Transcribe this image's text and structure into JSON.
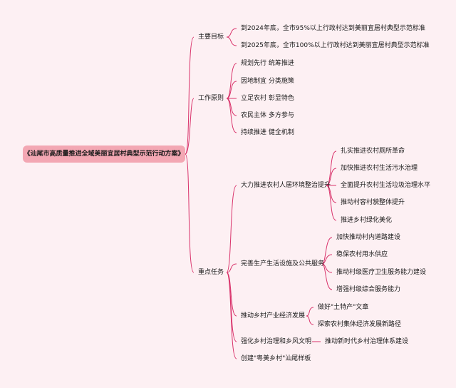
{
  "root": "《汕尾市高质量推进全域美丽宜居村典型示范行动方案》",
  "branches": [
    {
      "label": "主要目标",
      "children": [
        {
          "label": "到2024年底，全市95%以上行政村达到美丽宜居村典型示范标准"
        },
        {
          "label": "到2025年底，全市100%以上行政村达到美丽宜居村典型示范标准"
        }
      ]
    },
    {
      "label": "工作原则",
      "children": [
        {
          "label": "规划先行 统筹推进"
        },
        {
          "label": "因地制宜 分类施策"
        },
        {
          "label": "立足农村 彰显特色"
        },
        {
          "label": "农民主体 多方参与"
        },
        {
          "label": "持续推进 健全机制"
        }
      ]
    },
    {
      "label": "重点任务",
      "children": [
        {
          "label": "大力推进农村人居环境整治提升",
          "children": [
            {
              "label": "扎实推进农村厕所革命"
            },
            {
              "label": "加快推进农村生活污水治理"
            },
            {
              "label": "全面提升农村生活垃圾治理水平"
            },
            {
              "label": "推动村容村貌整体提升"
            },
            {
              "label": "推进乡村绿化美化"
            }
          ]
        },
        {
          "label": "完善生产生活设施及公共服务",
          "children": [
            {
              "label": "加快推动村内道路建设"
            },
            {
              "label": "稳保农村用水供应"
            },
            {
              "label": "推动村级医疗卫生服务能力建设"
            },
            {
              "label": "增强村级综合服务能力"
            }
          ]
        },
        {
          "label": "推动乡村产业经济发展",
          "children": [
            {
              "label": "做好\"土特产\"文章"
            },
            {
              "label": "探索农村集体经济发展新路径"
            }
          ]
        },
        {
          "label": "强化乡村治理和乡风文明",
          "children": [
            {
              "label": "推动新时代乡村治理体系建设"
            }
          ]
        },
        {
          "label": "创建\"粤美乡村\"汕尾样板"
        }
      ]
    }
  ]
}
